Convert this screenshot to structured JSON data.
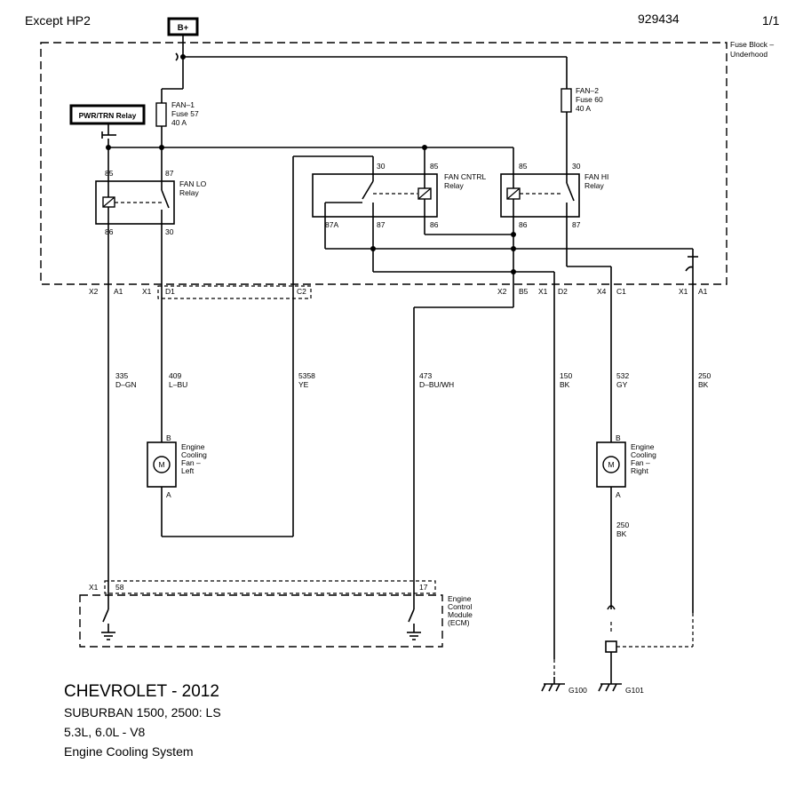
{
  "header": {
    "variant": "Except  HP2",
    "doc_number": "929434",
    "page": "1/1"
  },
  "vehicle": {
    "make_year": "CHEVROLET - 2012",
    "model": "SUBURBAN 1500, 2500: LS",
    "engine": "5.3L, 6.0L - V8",
    "system": "Engine Cooling System"
  },
  "power": {
    "label": "B+"
  },
  "fuse_block": {
    "label_1": "Fuse Block –",
    "label_2": "Underhood"
  },
  "pwr_relay": {
    "label": "PWR/TRN Relay"
  },
  "fuses": [
    {
      "name": "FAN–1",
      "number": "Fuse 57",
      "rating": "40 A"
    },
    {
      "name": "FAN–2",
      "number": "Fuse 60",
      "rating": "40 A"
    }
  ],
  "relays": {
    "fan_lo": {
      "name_1": "FAN LO",
      "name_2": "Relay",
      "pins": [
        "85",
        "87",
        "86",
        "30"
      ]
    },
    "fan_cntrl": {
      "name_1": "FAN CNTRL",
      "name_2": "Relay",
      "pins": [
        "30",
        "85",
        "87A",
        "87",
        "86"
      ]
    },
    "fan_hi": {
      "name_1": "FAN HI",
      "name_2": "Relay",
      "pins": [
        "85",
        "30",
        "86",
        "87"
      ]
    }
  },
  "connectors": {
    "x2_a1": [
      "X2",
      "A1"
    ],
    "x1_d1": [
      "X1",
      "D1"
    ],
    "c2": "C2",
    "x2_b5": [
      "X2",
      "B5"
    ],
    "x1_d2": [
      "X1",
      "D2"
    ],
    "x4_c1": [
      "X4",
      "C1"
    ],
    "x1_a1": [
      "X1",
      "A1"
    ]
  },
  "wires": [
    {
      "circuit": "335",
      "color": "D–GN"
    },
    {
      "circuit": "409",
      "color": "L–BU"
    },
    {
      "circuit": "5358",
      "color": "YE"
    },
    {
      "circuit": "473",
      "color": "D–BU/WH"
    },
    {
      "circuit": "150",
      "color": "BK"
    },
    {
      "circuit": "532",
      "color": "GY"
    },
    {
      "circuit": "250",
      "color": "BK"
    },
    {
      "circuit": "250",
      "color": "BK"
    }
  ],
  "fans": {
    "left": {
      "pin_top": "B",
      "pin_bottom": "A",
      "motor": "M",
      "label": [
        "Engine",
        "Cooling",
        "Fan –",
        "Left"
      ]
    },
    "right": {
      "pin_top": "B",
      "pin_bottom": "A",
      "motor": "M",
      "label": [
        "Engine",
        "Cooling",
        "Fan –",
        "Right"
      ]
    }
  },
  "ecm": {
    "connector": "X1",
    "pin_lo": "58",
    "pin_hi": "17",
    "label": [
      "Engine",
      "Control",
      "Module",
      "(ECM)"
    ]
  },
  "grounds": [
    "G100",
    "G101"
  ]
}
